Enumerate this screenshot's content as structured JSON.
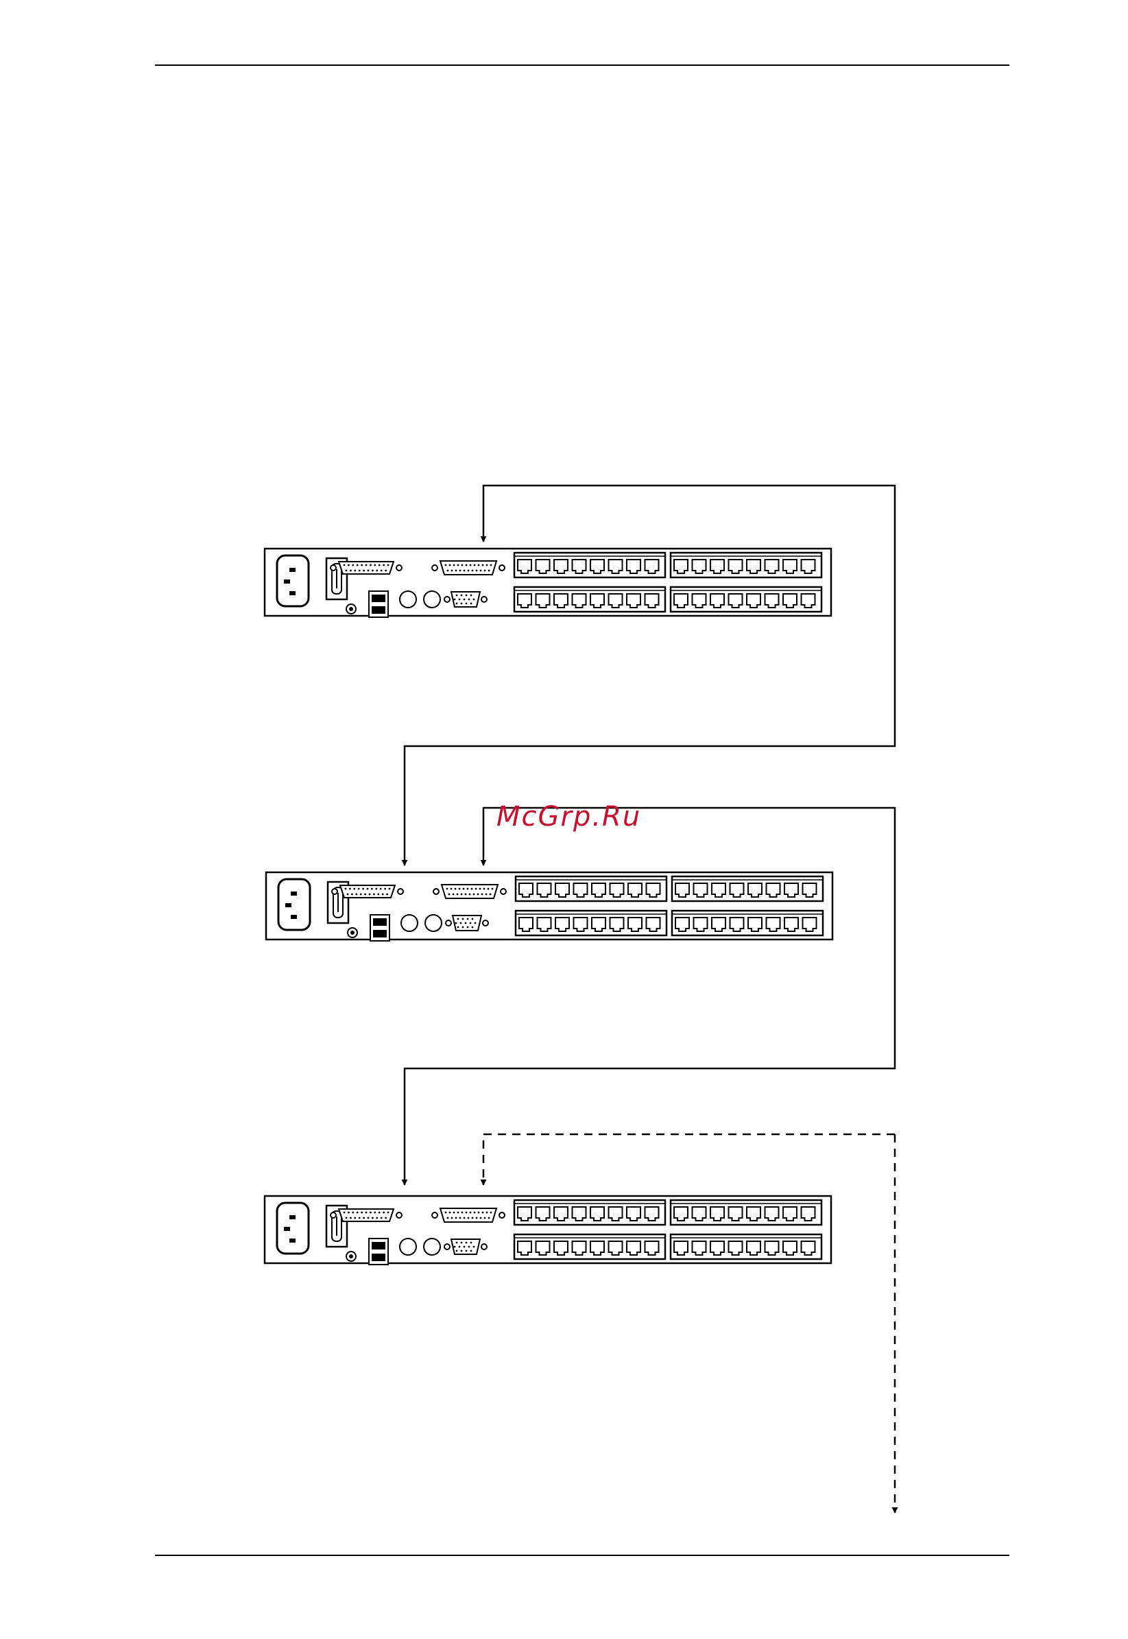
{
  "watermark": {
    "text": "McGrp.Ru",
    "color": "#c8102e"
  },
  "colors": {
    "line": "#000000",
    "panel_fill": "#ffffff"
  },
  "diagram": {
    "description_free": true,
    "units": [
      {
        "id": "unit-1",
        "ports_per_block": 8,
        "port_blocks": 4
      },
      {
        "id": "unit-2",
        "ports_per_block": 8,
        "port_blocks": 4
      },
      {
        "id": "unit-3",
        "ports_per_block": 8,
        "port_blocks": 4
      }
    ],
    "connections": [
      {
        "from": "loop",
        "to": "unit-1",
        "style": "solid"
      },
      {
        "from": "unit-1",
        "to": "unit-2",
        "style": "solid"
      },
      {
        "from": "unit-2",
        "to": "unit-3",
        "style": "solid"
      },
      {
        "from": "unit-3",
        "to": "next-unit",
        "style": "dashed"
      }
    ]
  }
}
